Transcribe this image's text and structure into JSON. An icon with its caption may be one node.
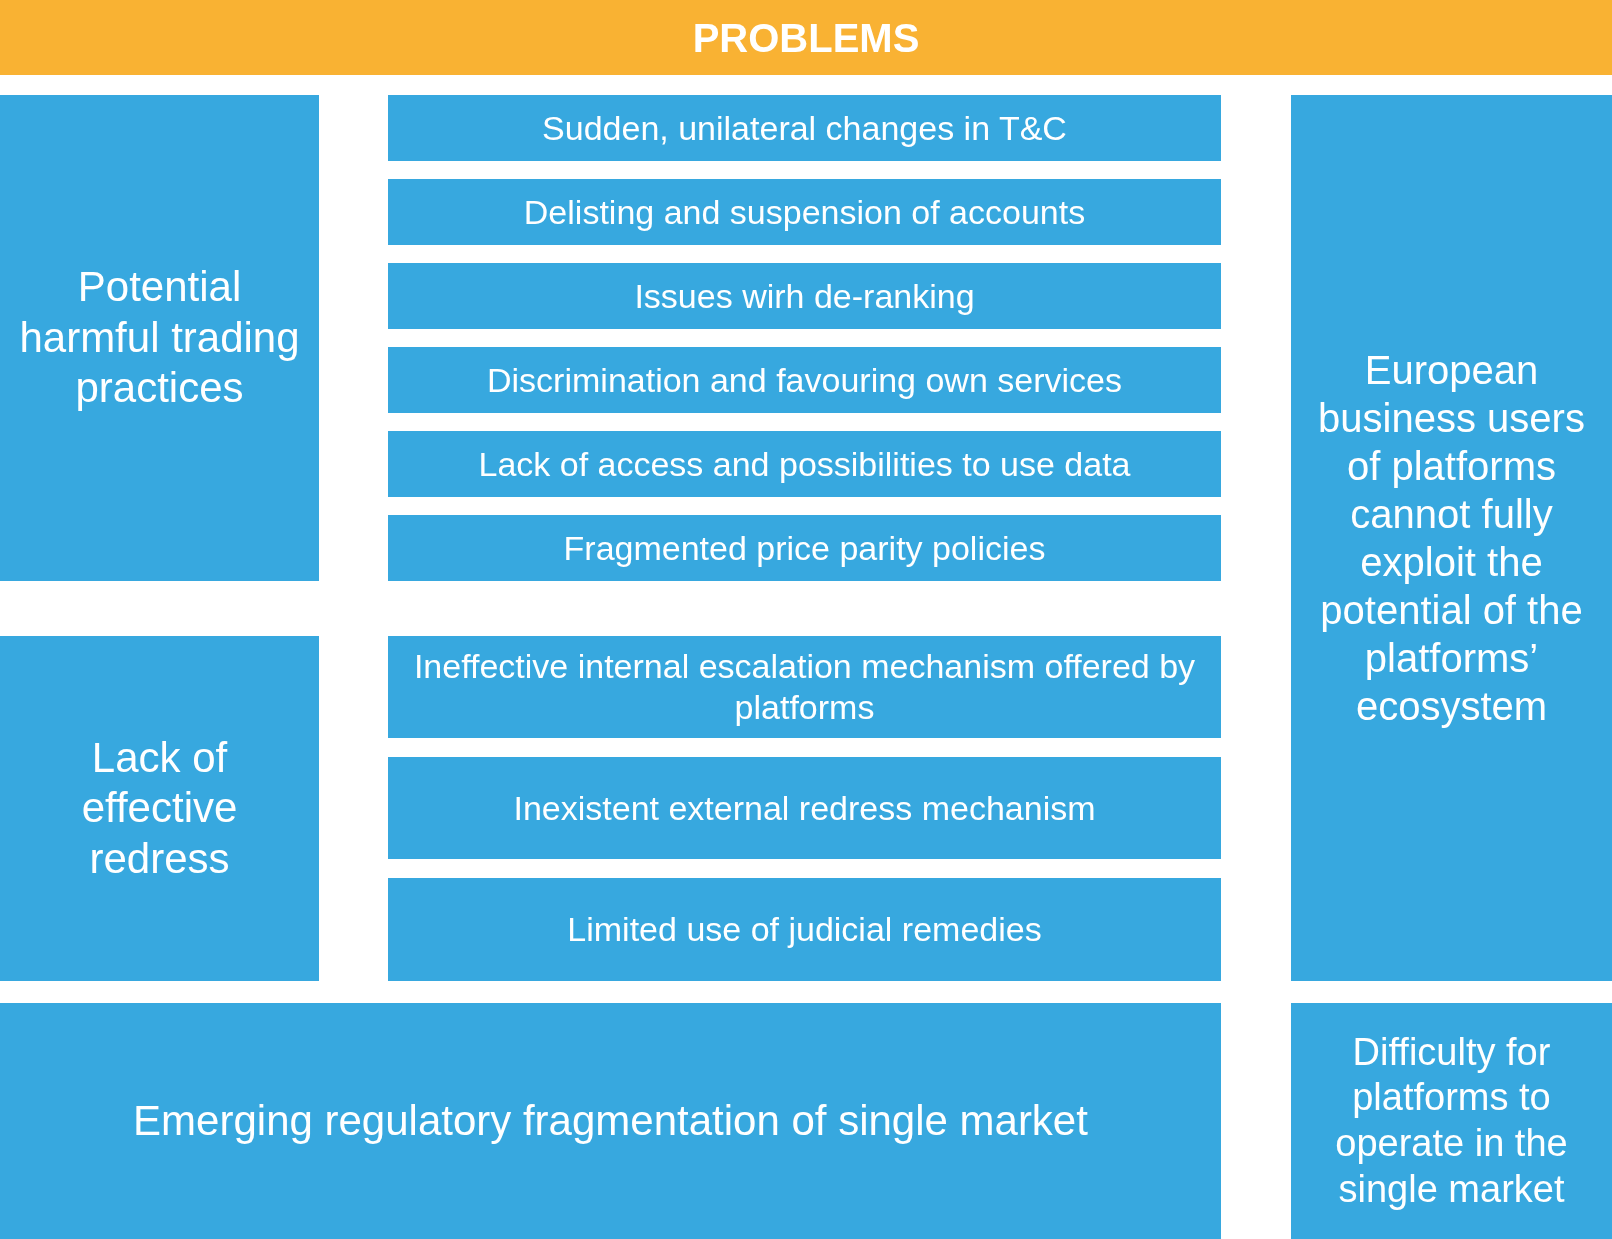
{
  "diagram": {
    "nodes": [
      {
        "text": [
          "PROBLEMS"
        ]
      },
      {
        "text": [
          "Potential harmful trading practices"
        ]
      },
      {
        "text": [
          "Sudden, unilateral changes in T&C"
        ]
      },
      {
        "text": [
          "Delisting and suspension of accounts"
        ]
      },
      {
        "text": [
          "Issues wirh de-ranking"
        ]
      },
      {
        "text": [
          "Discrimination and favouring own services"
        ]
      },
      {
        "text": [
          "Lack of access and possibilities to use data"
        ]
      },
      {
        "text": [
          "Fragmented price parity policies"
        ]
      },
      {
        "text": [
          "Lack of effective redress"
        ]
      },
      {
        "text": [
          "Ineffective internal escalation mechanism offered by platforms"
        ]
      },
      {
        "text": [
          "Inexistent external redress mechanism"
        ]
      },
      {
        "text": [
          "Limited use of judicial remedies"
        ]
      },
      {
        "text": [
          "European business users of platforms cannot fully exploit the potential of the platforms’ ecosystem"
        ]
      },
      {
        "text": [
          "Emerging regulatory fragmentation of single market"
        ]
      },
      {
        "text": [
          "Difficulty for platforms to operate in the single market"
        ]
      }
    ],
    "edges": []
  }
}
